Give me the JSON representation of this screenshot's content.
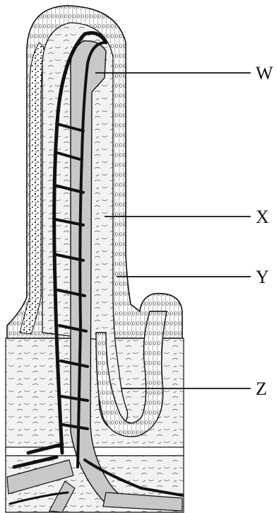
{
  "labels": {
    "w": "W",
    "x": "X",
    "y": "Y",
    "z": "Z"
  },
  "colors": {
    "ink": "#111111",
    "lacteal": "#c8c8c8",
    "tissue": "#f2f2f2",
    "blood_vessel": "#111111"
  }
}
